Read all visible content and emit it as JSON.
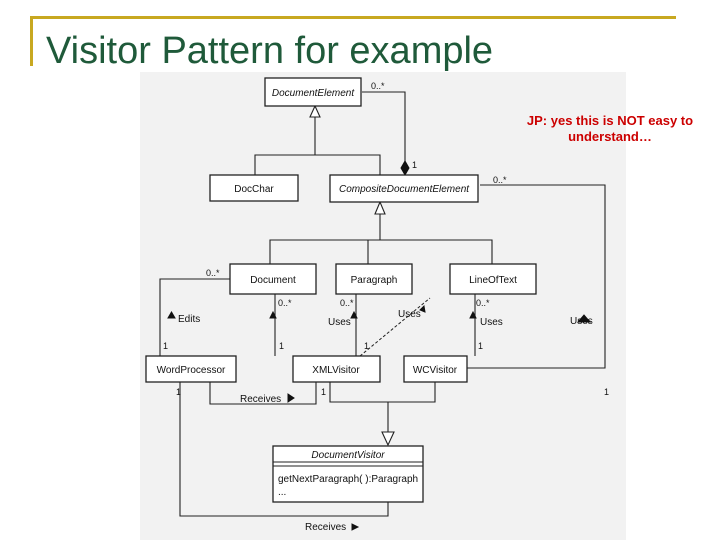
{
  "slide": {
    "title": "Visitor Pattern for example",
    "note": "JP: yes this is NOT easy to understand…"
  },
  "diagram": {
    "classes": {
      "document_element": "DocumentElement",
      "doc_char": "DocChar",
      "composite": "CompositeDocumentElement",
      "document": "Document",
      "paragraph": "Paragraph",
      "line_of_text": "LineOfText",
      "word_processor": "WordProcessor",
      "xml_visitor": "XMLVisitor",
      "wc_visitor": "WCVisitor",
      "document_visitor": "DocumentVisitor",
      "document_visitor_op": "getNextParagraph( ):Paragraph",
      "document_visitor_more": "..."
    },
    "labels": {
      "edits": "Edits",
      "uses": "Uses",
      "receives": "Receives"
    },
    "multiplicities": {
      "zero_many": "0..*",
      "one": "1"
    }
  }
}
